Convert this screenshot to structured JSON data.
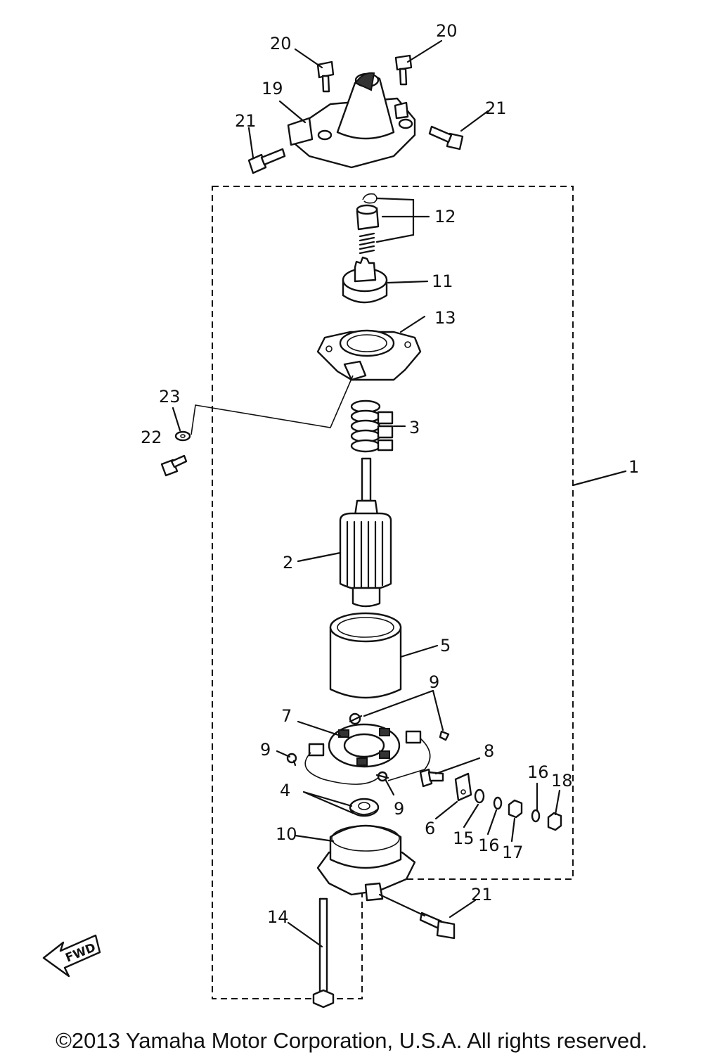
{
  "diagram": {
    "callouts": {
      "c1": "1",
      "c2": "2",
      "c3": "3",
      "c4": "4",
      "c5": "5",
      "c6": "6",
      "c7": "7",
      "c8": "8",
      "c9a": "9",
      "c9b": "9",
      "c9c": "9",
      "c10": "10",
      "c11": "11",
      "c12": "12",
      "c13": "13",
      "c14": "14",
      "c15": "15",
      "c16a": "16",
      "c16b": "16",
      "c17": "17",
      "c18": "18",
      "c19": "19",
      "c20a": "20",
      "c20b": "20",
      "c21a": "21",
      "c21b": "21",
      "c21c": "21",
      "c22": "22",
      "c23": "23"
    },
    "fwd_label": "FWD"
  },
  "copyright": "©2013 Yamaha Motor Corporation, U.S.A. All rights reserved."
}
